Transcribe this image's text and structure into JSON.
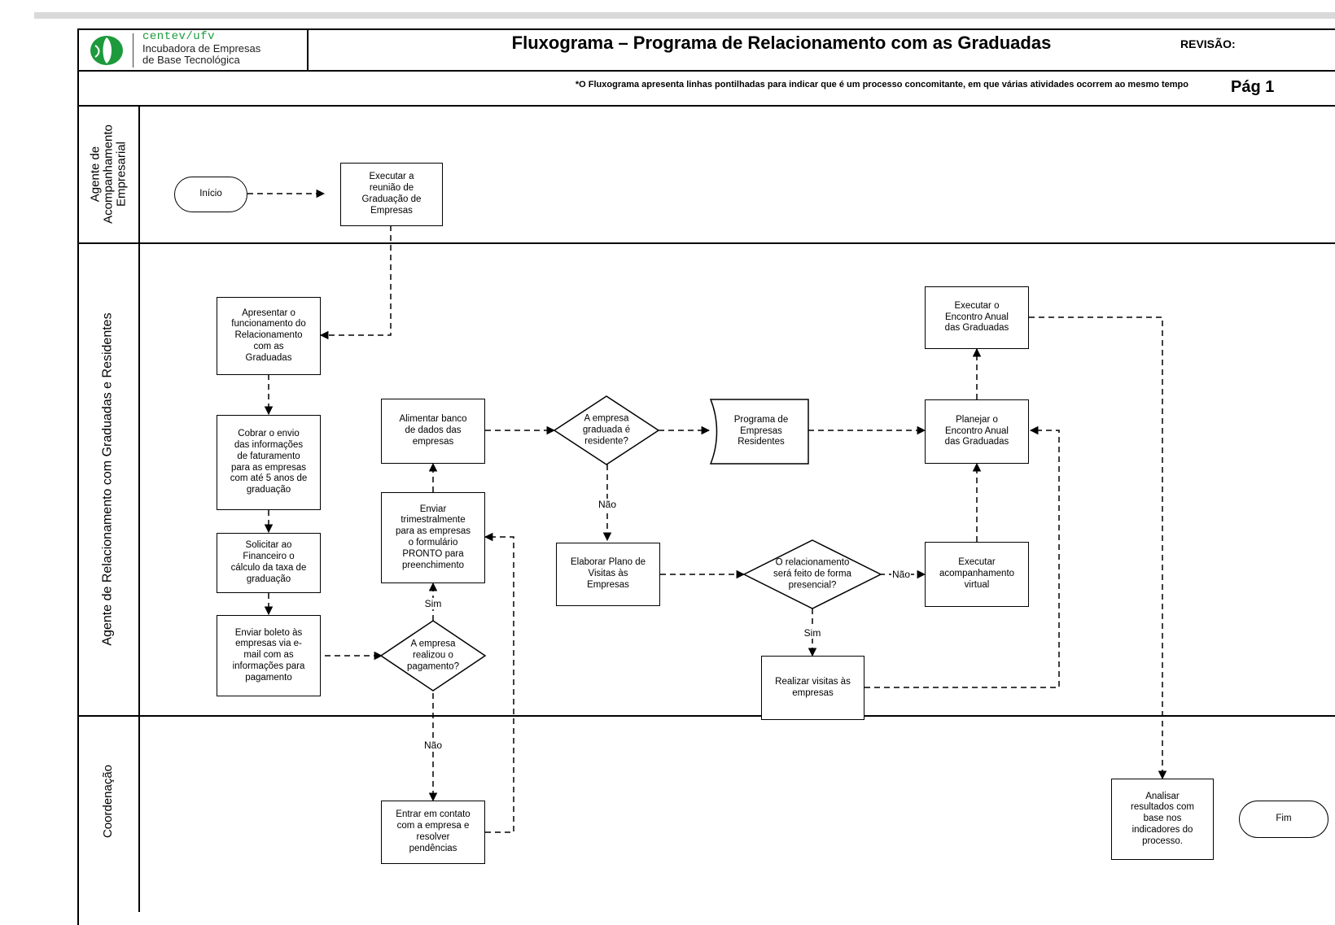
{
  "header": {
    "brand": "centev/ufv",
    "brand_line1": "Incubadora de Empresas",
    "brand_line2": "de Base Tecnológica",
    "title": "Fluxograma – Programa de Relacionamento com as Graduadas",
    "revisao_label": "REVISÃO:",
    "note": "*O Fluxograma apresenta linhas pontilhadas para indicar que é um processo concomitante, em que várias atividades ocorrem ao mesmo tempo",
    "page_label": "Pág 1"
  },
  "lanes": {
    "agente_acompanhamento": "Agente de\nAcompanhamento\nEmpresarial",
    "agente_relacionamento": "Agente de Relacionamento com Graduadas e Residentes",
    "coordenacao": "Coordenação"
  },
  "nodes": {
    "inicio": "Início",
    "executar_reuniao": "Executar a\nreunião de\nGraduação de\nEmpresas",
    "apresentar": "Apresentar o\nfuncionamento do\nRelacionamento\ncom as\nGraduadas",
    "cobrar": "Cobrar o envio\ndas informações\nde faturamento\npara as empresas\ncom até 5 anos de\ngraduação",
    "solicitar": "Solicitar ao\nFinanceiro o\ncálculo da taxa de\ngraduação",
    "enviar_boleto": "Enviar boleto às\nempresas via e-\nmail com as\ninformações para\npagamento",
    "empresa_pagou": "A empresa\nrealizou o\npagamento?",
    "enviar_trimestral": "Enviar\ntrimestralmente\npara as empresas\no formulário\nPRONTO para\npreenchimento",
    "alimentar_banco": "Alimentar banco\nde dados das\nempresas",
    "graduada_residente": "A empresa\ngraduada é\nresidente?",
    "programa_residentes": "Programa de\nEmpresas\nResidentes",
    "elaborar_plano": "Elaborar Plano de\nVisitas às\nEmpresas",
    "presencial": "O relacionamento\nserá feito de forma\npresencial?",
    "acompanhamento_virtual": "Executar\nacompanhamento\nvirtual",
    "realizar_visitas": "Realizar visitas às\nempresas",
    "planejar_encontro": "Planejar o\nEncontro Anual\ndas Graduadas",
    "executar_encontro": "Executar o\nEncontro Anual\ndas Graduadas",
    "entrar_contato": "Entrar em contato\ncom a empresa e\nresolver\npendências",
    "analisar": "Analisar\nresultados com\nbase nos\nindicadores do\nprocesso.",
    "fim": "Fim"
  },
  "edge_labels": {
    "sim_pagamento": "Sim",
    "nao_pagamento": "Não",
    "nao_residente": "Não",
    "nao_presencial": "Não",
    "sim_presencial": "Sim"
  },
  "colors": {
    "logo_green": "#1d9a3c",
    "line": "#000000",
    "top_bar": "#d9d9d9"
  }
}
